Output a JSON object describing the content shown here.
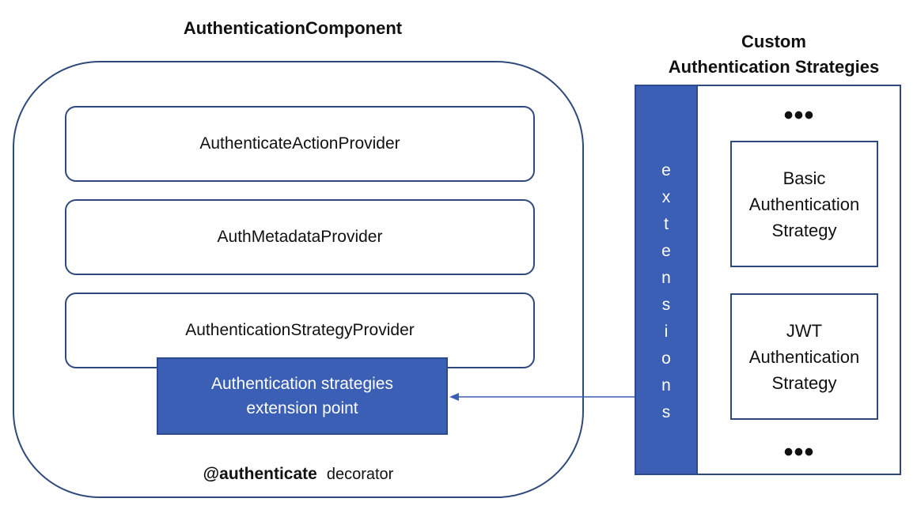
{
  "component": {
    "title": "AuthenticationComponent",
    "providers": [
      {
        "label": "AuthenticateActionProvider"
      },
      {
        "label": "AuthMetadataProvider"
      },
      {
        "label": "AuthenticationStrategyProvider"
      }
    ],
    "extension_point": {
      "line1": "Authentication strategies",
      "line2": "extension point"
    },
    "decorator": {
      "name": "@authenticate",
      "suffix": "decorator"
    }
  },
  "custom": {
    "title_line1": "Custom",
    "title_line2": "Authentication Strategies",
    "extensions_label": "extensions",
    "ellipsis_top": "•••",
    "ellipsis_bottom": "•••",
    "strategies": [
      {
        "line1": "Basic",
        "line2": "Authentication",
        "line3": "Strategy"
      },
      {
        "line1": "JWT",
        "line2": "Authentication",
        "line3": "Strategy"
      }
    ]
  },
  "colors": {
    "accent": "#3a5fb4",
    "outline": "#2f4a7a"
  }
}
